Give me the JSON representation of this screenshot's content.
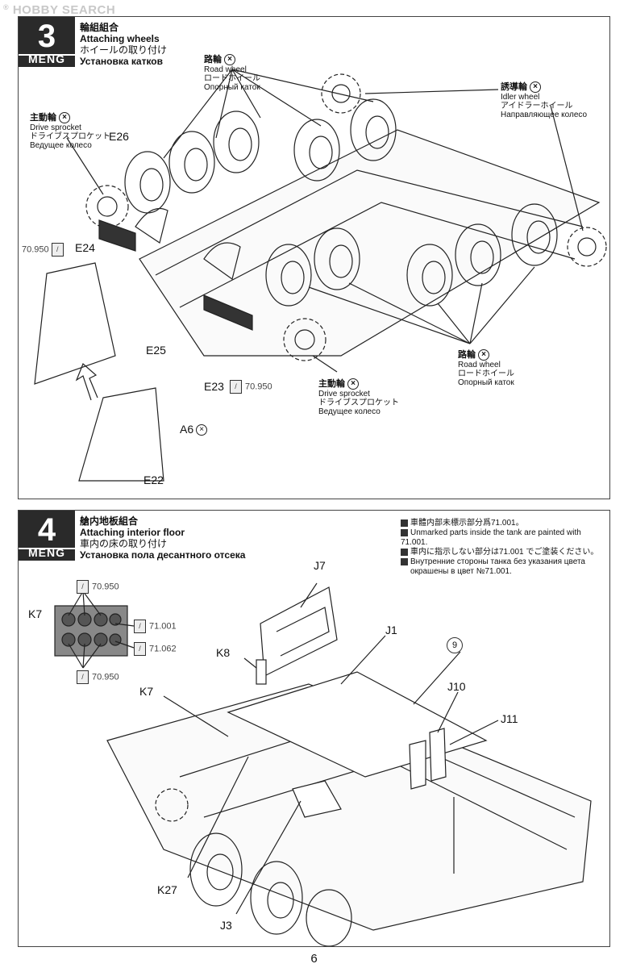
{
  "watermark": "HOBBY SEARCH",
  "page_number": "6",
  "step3": {
    "number": "3",
    "brand": "MENG",
    "title_jp": "輪組組合",
    "title_en": "Attaching wheels",
    "title_jp2": "ホイールの取り付け",
    "title_ru": "Установка катков",
    "road_wheel_top": {
      "jp": "路輪",
      "en": "Road wheel",
      "jp2": "ロードホイール",
      "ru": "Опорный каток"
    },
    "idler_wheel": {
      "jp": "誘導輪",
      "en": "Idler wheel",
      "jp2": "アイドラーホイール",
      "ru": "Направляющее колесо"
    },
    "drive_sprocket_left": {
      "jp": "主動輪",
      "en": "Drive sprocket",
      "jp2": "ドライブスプロケット",
      "ru": "Ведущее колесо"
    },
    "drive_sprocket_bottom": {
      "jp": "主動輪",
      "en": "Drive sprocket",
      "jp2": "ドライブスプロケット",
      "ru": "Ведущее колесо"
    },
    "road_wheel_right": {
      "jp": "路輪",
      "en": "Road wheel",
      "jp2": "ロードホイール",
      "ru": "Опорный каток"
    },
    "parts": {
      "e26": "E26",
      "e24": "E24",
      "e25": "E25",
      "e23": "E23",
      "a6": "A6",
      "e22": "E22"
    },
    "paint_e24": "70.950",
    "paint_e23": "70.950"
  },
  "step4": {
    "number": "4",
    "brand": "MENG",
    "title_jp": "艙内地板組合",
    "title_en": "Attaching interior floor",
    "title_jp2": "車内の床の取り付け",
    "title_ru": "Установка пола десантного отсека",
    "notes": [
      "車體内部未標示部分爲71.001。",
      "Unmarked parts inside the tank are painted with 71.001.",
      "車内に指示しない部分は71.001 でご塗装ください。",
      "Внутренние стороны танка без указания цвета",
      "окрашены в цвет №71.001."
    ],
    "parts": {
      "j7": "J7",
      "j1": "J1",
      "k8": "K8",
      "k7a": "K7",
      "k7b": "K7",
      "j10": "J10",
      "j11": "J11",
      "k27": "K27",
      "j3": "J3",
      "c9": "9"
    },
    "paints": {
      "top": "70.950",
      "mid1": "71.001",
      "mid2": "71.062",
      "bottom": "70.950"
    }
  }
}
